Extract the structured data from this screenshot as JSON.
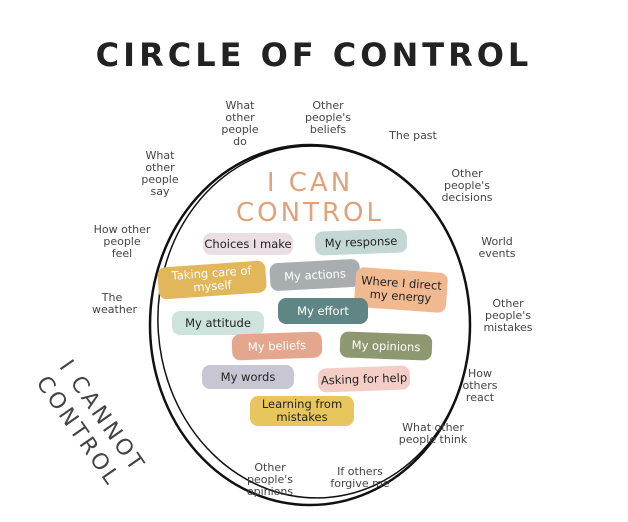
{
  "title": "CIRCLE OF CONTROL",
  "inner_heading": [
    "I CAN",
    "CONTROL"
  ],
  "outer_heading": [
    "I CANNOT",
    "CONTROL"
  ],
  "can_control": [
    {
      "label": "Choices I make",
      "color": "#eadde3"
    },
    {
      "label": "My response",
      "color": "#c3d8d4"
    },
    {
      "label": "Taking care of myself",
      "color": "#e2b65a"
    },
    {
      "label": "My actions",
      "color": "#a8adb0"
    },
    {
      "label": "Where I direct my energy",
      "color": "#f0b990"
    },
    {
      "label": "My effort",
      "color": "#5f8584"
    },
    {
      "label": "My attitude",
      "color": "#cde3dc"
    },
    {
      "label": "My beliefs",
      "color": "#e4a68c"
    },
    {
      "label": "My opinions",
      "color": "#8e9870"
    },
    {
      "label": "My words",
      "color": "#c9c6d3"
    },
    {
      "label": "Asking for help",
      "color": "#f3cdc6"
    },
    {
      "label": "Learning from mistakes",
      "color": "#e8c65e"
    }
  ],
  "cannot_control": [
    "What other people do",
    "Other people's beliefs",
    "The past",
    "What other people say",
    "Other people's decisions",
    "How other people feel",
    "World events",
    "The weather",
    "Other people's mistakes",
    "How others react",
    "What other people think",
    "Other people's opinions",
    "If others forgive me"
  ]
}
